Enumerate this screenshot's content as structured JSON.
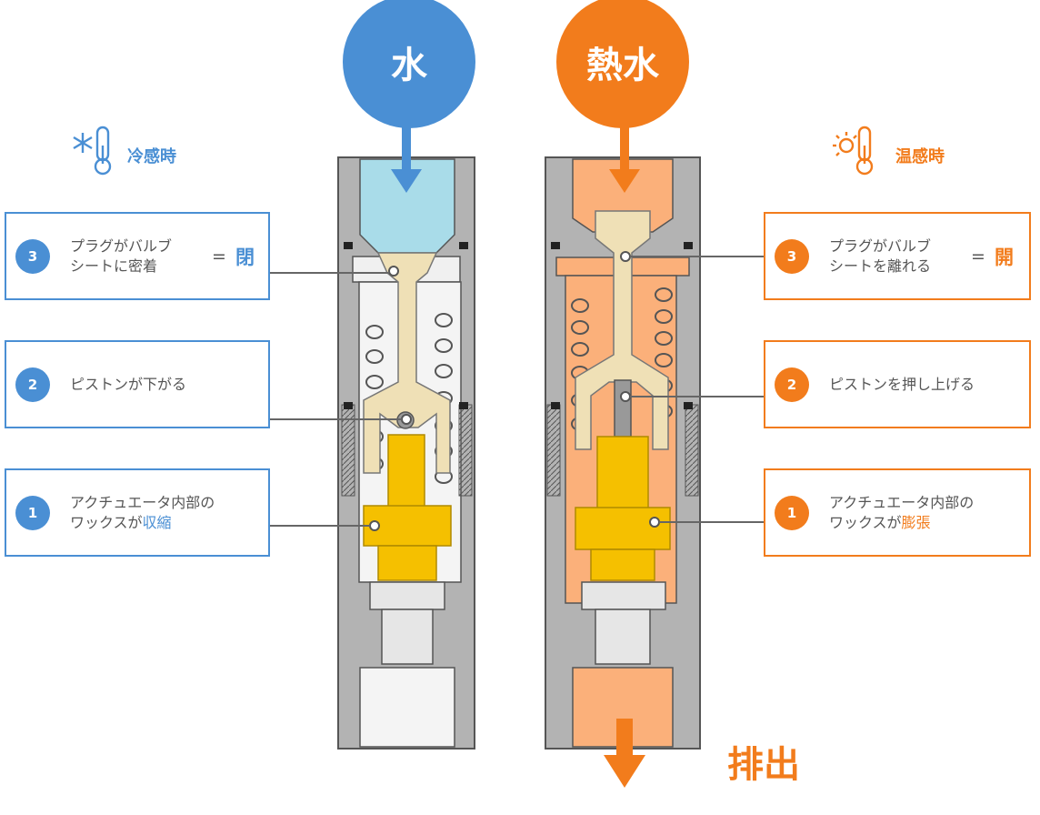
{
  "colors": {
    "blue": "#4a8fd4",
    "orange": "#f27c1c"
  },
  "inputs": {
    "cold_label": "水",
    "hot_label": "熱水"
  },
  "modes": {
    "cold": "冷感時",
    "hot": "温感時"
  },
  "outlet_label": "排出",
  "left_steps": [
    {
      "num": "3",
      "text": "プラグがバルブ\nシートに密着",
      "equals": "=",
      "state": "閉"
    },
    {
      "num": "2",
      "text": "ピストンが下がる"
    },
    {
      "num": "1",
      "text_main": "アクチュエータ内部の\nワックスが",
      "text_accent": "収縮"
    }
  ],
  "right_steps": [
    {
      "num": "3",
      "text": "プラグがバルブ\nシートを離れる",
      "equals": "=",
      "state": "開"
    },
    {
      "num": "2",
      "text": "ピストンを押し上げる"
    },
    {
      "num": "1",
      "text_main": "アクチュエータ内部の\nワックスが",
      "text_accent": "膨張"
    }
  ],
  "icons": {
    "cold": "snowflake-thermometer-icon",
    "hot": "sun-thermometer-icon"
  }
}
